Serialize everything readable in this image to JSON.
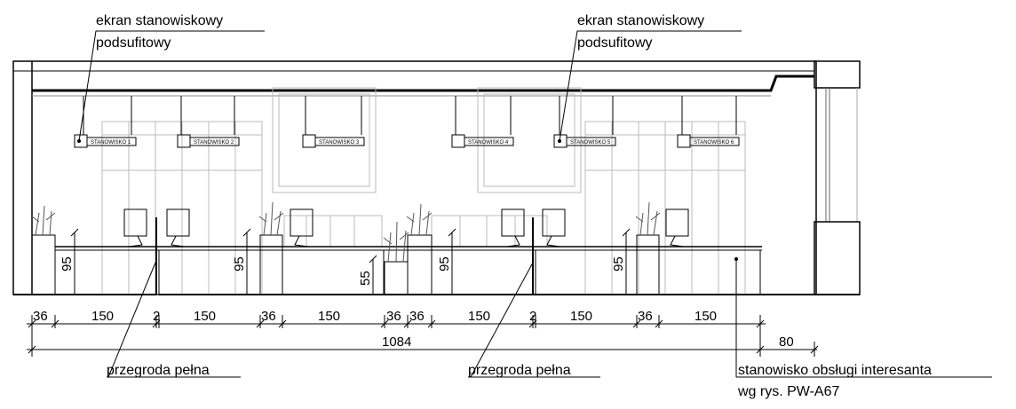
{
  "callouts": {
    "screen_left_line1": "ekran stanowiskowy",
    "screen_left_line2": "podsufitowy",
    "screen_right_line1": "ekran stanowiskowy",
    "screen_right_line2": "podsufitowy",
    "partition_left": "przegroda pełna",
    "partition_right": "przegroda pełna",
    "service_desk_line1": "stanowisko obsługi interesanta",
    "service_desk_line2": "wg rys. PW-A67"
  },
  "stations": [
    "STANOWISKO 1",
    "STANOWISKO 2",
    "STANOWISKO 3",
    "STANOWISKO 4",
    "STANOWISKO 5",
    "STANOWISKO 6"
  ],
  "dimensions": {
    "segments": [
      "36",
      "150",
      "2",
      "150",
      "36",
      "150",
      "36",
      "36",
      "150",
      "2",
      "150",
      "36",
      "150"
    ],
    "total": "1084",
    "extra": "80",
    "heights": [
      "95",
      "95",
      "55",
      "95",
      "95"
    ]
  }
}
